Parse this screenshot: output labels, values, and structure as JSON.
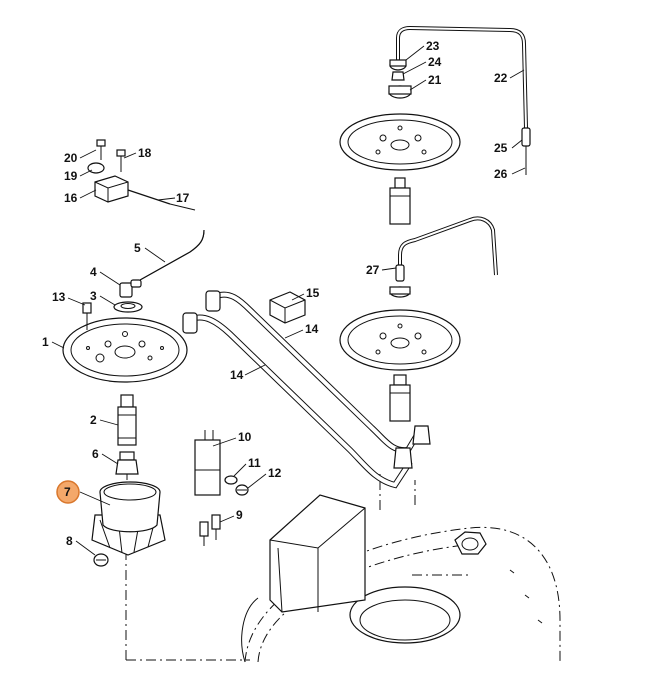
{
  "callouts": [
    {
      "id": "c1",
      "text": "1"
    },
    {
      "id": "c2",
      "text": "2"
    },
    {
      "id": "c3",
      "text": "3"
    },
    {
      "id": "c4",
      "text": "4"
    },
    {
      "id": "c5",
      "text": "5"
    },
    {
      "id": "c6",
      "text": "6"
    },
    {
      "id": "c7",
      "text": "7",
      "highlighted": true
    },
    {
      "id": "c8",
      "text": "8"
    },
    {
      "id": "c9",
      "text": "9"
    },
    {
      "id": "c10",
      "text": "10"
    },
    {
      "id": "c11",
      "text": "11"
    },
    {
      "id": "c12",
      "text": "12"
    },
    {
      "id": "c13",
      "text": "13"
    },
    {
      "id": "c14a",
      "text": "14"
    },
    {
      "id": "c14b",
      "text": "14"
    },
    {
      "id": "c15",
      "text": "15"
    },
    {
      "id": "c16",
      "text": "16"
    },
    {
      "id": "c17",
      "text": "17"
    },
    {
      "id": "c18",
      "text": "18"
    },
    {
      "id": "c19",
      "text": "19"
    },
    {
      "id": "c20",
      "text": "20"
    },
    {
      "id": "c21",
      "text": "21"
    },
    {
      "id": "c22",
      "text": "22"
    },
    {
      "id": "c23",
      "text": "23"
    },
    {
      "id": "c24",
      "text": "24"
    },
    {
      "id": "c25",
      "text": "25"
    },
    {
      "id": "c26",
      "text": "26"
    },
    {
      "id": "c27",
      "text": "27"
    }
  ],
  "colors": {
    "line": "#111111",
    "highlight_fill": "#f4a86a",
    "highlight_stroke": "#d9772c",
    "background": "#ffffff"
  }
}
